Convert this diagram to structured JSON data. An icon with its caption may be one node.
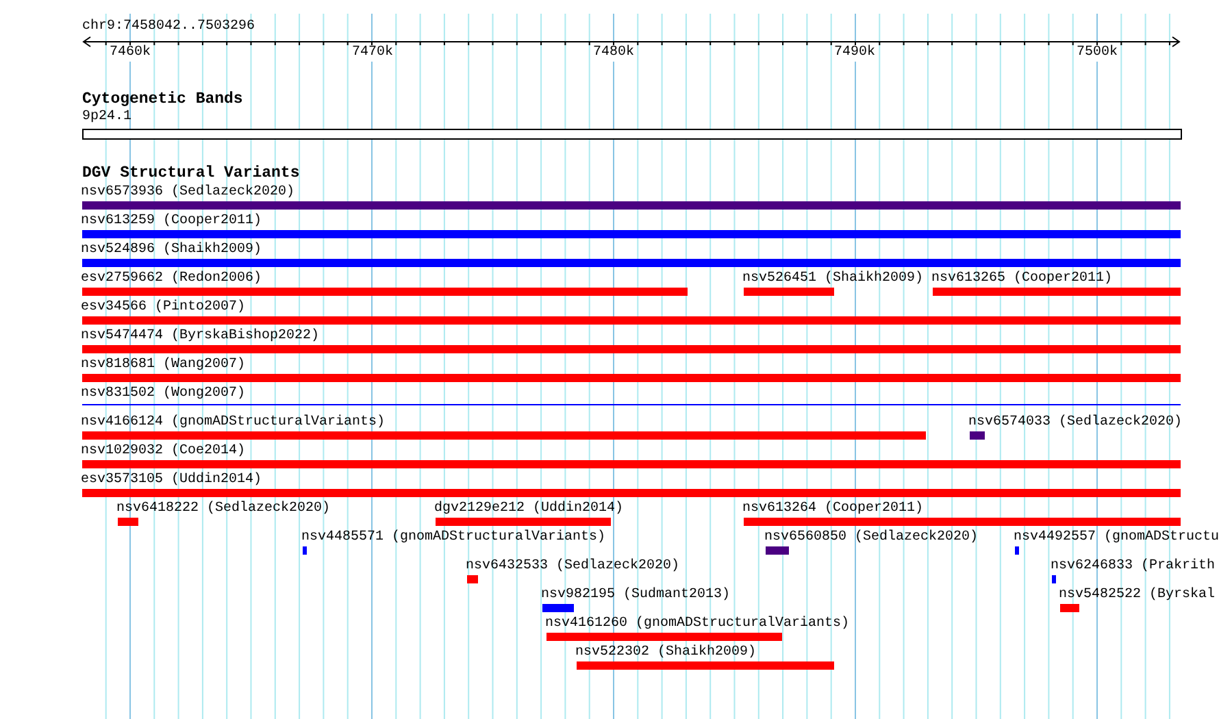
{
  "diagram": {
    "nodes": [
      {
        "text": [
          "nsv6573936 (Sedlazeck2020)"
        ]
      },
      {
        "text": [
          "nsv613259 (Cooper2011)"
        ]
      },
      {
        "text": [
          "nsv524896 (Shaikh2009)"
        ]
      },
      {
        "text": [
          "esv2759662 (Redon2006)"
        ]
      },
      {
        "text": [
          "nsv526451 (Shaikh2009)"
        ]
      },
      {
        "text": [
          "nsv613265 (Cooper2011)"
        ]
      },
      {
        "text": [
          "esv34566 (Pinto2007)"
        ]
      },
      {
        "text": [
          "nsv5474474 (ByrskaBishop2022)"
        ]
      },
      {
        "text": [
          "nsv818681 (Wang2007)"
        ]
      },
      {
        "text": [
          "nsv831502 (Wong2007)"
        ]
      },
      {
        "text": [
          "nsv4166124 (gnomADStructuralVariants)"
        ]
      },
      {
        "text": [
          "nsv6574033 (Sedlazeck2020)"
        ]
      },
      {
        "text": [
          "nsv1029032 (Coe2014)"
        ]
      },
      {
        "text": [
          "esv3573105 (Uddin2014)"
        ]
      },
      {
        "text": [
          "nsv6418222 (Sedlazeck2020)"
        ]
      },
      {
        "text": [
          "dgv2129e212 (Uddin2014)"
        ]
      },
      {
        "text": [
          "nsv613264 (Cooper2011)"
        ]
      },
      {
        "text": [
          "nsv4485571 (gnomADStructuralVariants)"
        ]
      },
      {
        "text": [
          "nsv6560850 (Sedlazeck2020)"
        ]
      },
      {
        "text": [
          "nsv4492557 (gnomADStructu"
        ]
      },
      {
        "text": [
          "nsv6432533 (Sedlazeck2020)"
        ]
      },
      {
        "text": [
          "nsv6246833 (Prakrith"
        ]
      },
      {
        "text": [
          "nsv982195 (Sudmant2013)"
        ]
      },
      {
        "text": [
          "nsv5482522 (Byrskal"
        ]
      },
      {
        "text": [
          "nsv4161260 (gnomADStructuralVariants)"
        ]
      },
      {
        "text": [
          "nsv522302 (Shaikh2009)"
        ]
      }
    ],
    "labels": [
      "chr9:7458042..7503296",
      "7460k",
      "7470k",
      "7480k",
      "7490k",
      "7500k",
      "Cytogenetic Bands",
      "9p24.1",
      "DGV Structural Variants"
    ]
  }
}
